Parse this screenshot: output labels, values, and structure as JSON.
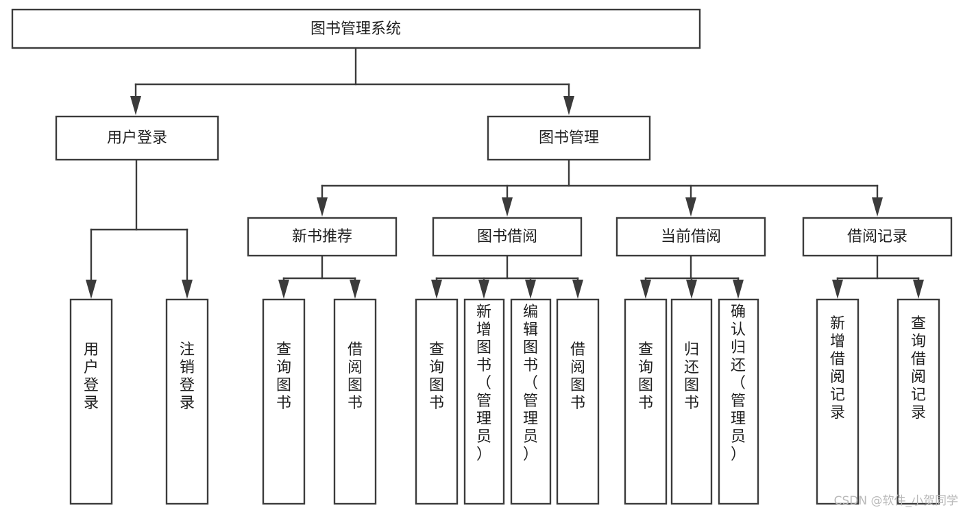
{
  "diagram": {
    "title": "图书管理系统",
    "type": "tree-hierarchy",
    "colors": {
      "background": "#ffffff",
      "box_fill": "#ffffff",
      "box_stroke": "#3b3b3b",
      "text": "#1f1f1f",
      "watermark": "#b9b9b9"
    },
    "root": {
      "label": "图书管理系统"
    },
    "level2": [
      {
        "label": "用户登录"
      },
      {
        "label": "图书管理"
      }
    ],
    "level3": [
      {
        "label": "新书推荐"
      },
      {
        "label": "图书借阅"
      },
      {
        "label": "当前借阅"
      },
      {
        "label": "借阅记录"
      }
    ],
    "leaves": {
      "user_login": [
        {
          "label": "用户登录"
        },
        {
          "label": "注销登录"
        }
      ],
      "new_book_recommend": [
        {
          "label": "查询图书"
        },
        {
          "label": "借阅图书"
        }
      ],
      "book_borrow": [
        {
          "label": "查询图书"
        },
        {
          "label": "新增图书（管理员）"
        },
        {
          "label": "编辑图书（管理员）"
        },
        {
          "label": "借阅图书"
        }
      ],
      "current_borrow": [
        {
          "label": "查询图书"
        },
        {
          "label": "归还图书"
        },
        {
          "label": "确认归还（管理员）"
        }
      ],
      "borrow_record": [
        {
          "label": "新增借阅记录"
        },
        {
          "label": "查询借阅记录"
        }
      ]
    },
    "watermark": "CSDN @软件_小贺同学"
  }
}
